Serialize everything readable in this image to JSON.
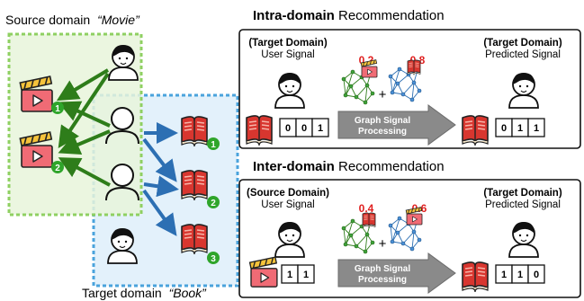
{
  "left": {
    "source_label": "Source domain",
    "source_name": "“Movie”",
    "target_label": "Target domain",
    "target_name": "“Book”",
    "movie_badges": [
      "1",
      "2"
    ],
    "book_badges": [
      "1",
      "2",
      "3"
    ]
  },
  "intra": {
    "title_bold": "Intra-domain",
    "title_rest": " Recommendation",
    "left_head": "(Target Domain)",
    "left_sub": "User Signal",
    "right_head": "(Target Domain)",
    "right_sub": "Predicted Signal",
    "weight_a": "0.2",
    "weight_b": "0.8",
    "plus": "+",
    "arrow_line1": "Graph Signal",
    "arrow_line2": "Processing",
    "input_cells": [
      "0",
      "0",
      "1"
    ],
    "output_cells": [
      "0",
      "1",
      "1"
    ]
  },
  "inter": {
    "title_bold": "Inter-domain",
    "title_rest": " Recommendation",
    "left_head": "(Source Domain)",
    "left_sub": "User Signal",
    "right_head": "(Target Domain)",
    "right_sub": "Predicted Signal",
    "weight_a": "0.4",
    "weight_b": "0.6",
    "plus": "+",
    "arrow_line1": "Graph Signal",
    "arrow_line2": "Processing",
    "input_cells": [
      "1",
      "1"
    ],
    "output_cells": [
      "1",
      "1",
      "0"
    ]
  },
  "colors": {
    "green": "#2e7d1a",
    "blue": "#2c6fb3",
    "weight_red": "#e02020",
    "source_bg": "#e7f4da",
    "target_bg": "#e3f1fb"
  }
}
